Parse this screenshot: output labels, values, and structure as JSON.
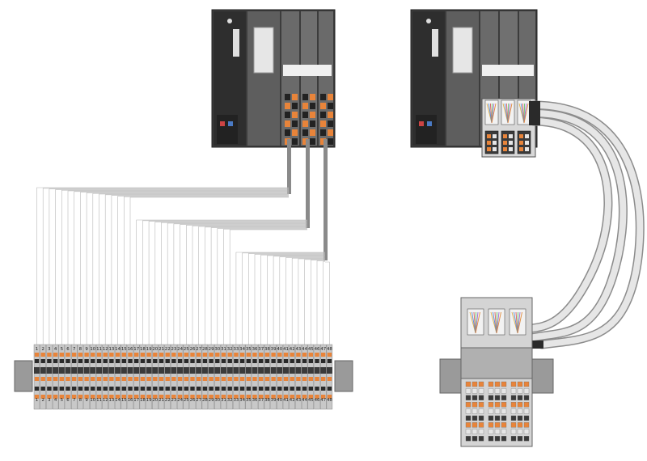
{
  "terminal_numbers": [
    "1",
    "2",
    "3",
    "4",
    "5",
    "6",
    "7",
    "8",
    "9",
    "10",
    "11",
    "12",
    "13",
    "14",
    "15",
    "16",
    "17",
    "18",
    "19",
    "20",
    "21",
    "22",
    "23",
    "24",
    "25",
    "26",
    "27",
    "28",
    "29",
    "30",
    "31",
    "32",
    "33",
    "34",
    "35",
    "36",
    "37",
    "38",
    "39",
    "40",
    "41",
    "42",
    "43",
    "44",
    "45",
    "46",
    "47",
    "48"
  ],
  "colors": {
    "plc_dark": "#3a3a3a",
    "plc_mid": "#5a5a5a",
    "plc_light": "#7a7a7a",
    "terminal_orange": "#e8843a",
    "terminal_grey": "#c8c8c8",
    "wire_grey": "#b8b8b8",
    "cable_light": "#e6e6e6",
    "cable_outline": "#8c8c8c",
    "rail_grey": "#9a9a9a"
  },
  "icons": {
    "plc_left": "plc-controller-icon",
    "plc_right": "plc-controller-icon",
    "cable": "system-cable-icon",
    "rail": "din-rail-icon"
  }
}
